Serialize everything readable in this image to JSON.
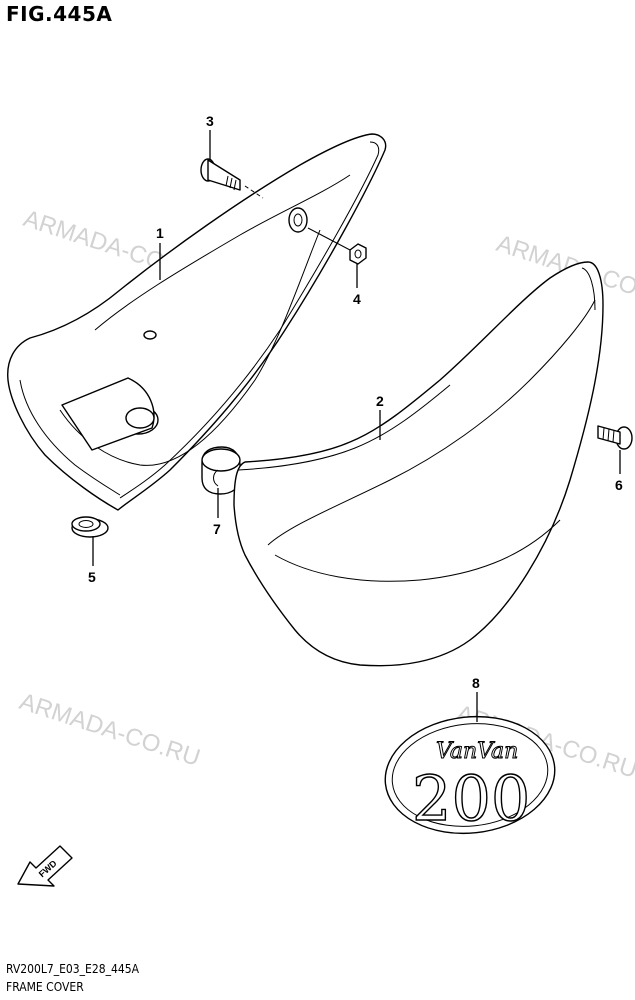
{
  "figure": {
    "title": "FIG.445A",
    "code": "RV200L7_E03_E28_445A",
    "name": "FRAME COVER"
  },
  "watermark": "ARMADA-CO.RU",
  "direction_label": "FWD",
  "emblem": {
    "script_text": "VanVan",
    "number_text": "200"
  },
  "callouts": [
    "1",
    "2",
    "3",
    "4",
    "5",
    "6",
    "7",
    "8"
  ]
}
